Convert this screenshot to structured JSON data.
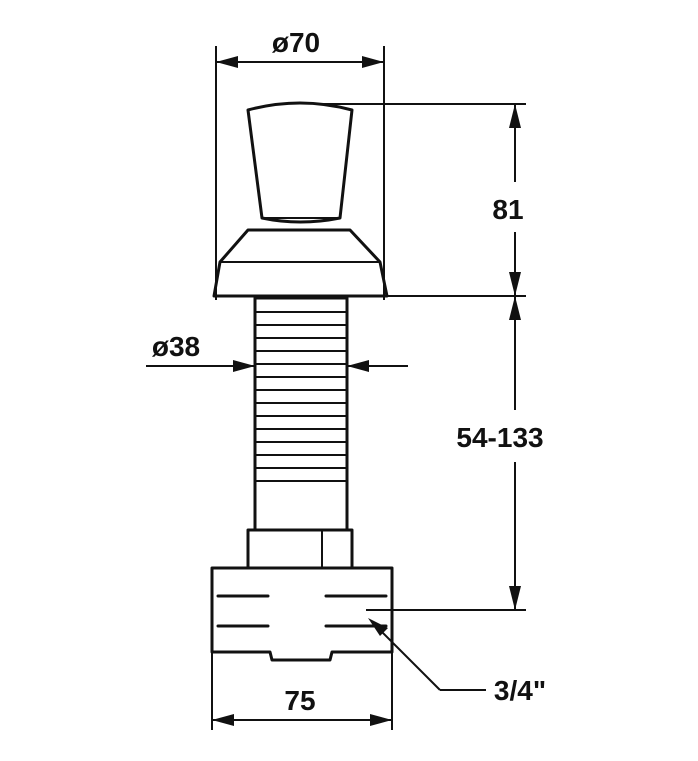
{
  "dimensions": {
    "handle_diameter": "ø70",
    "handle_height": "81",
    "stem_diameter": "ø38",
    "adjustable_length": "54-133",
    "base_width": "75",
    "thread_size": "3/4\""
  },
  "colors": {
    "line": "#111111",
    "background": "#ffffff"
  }
}
